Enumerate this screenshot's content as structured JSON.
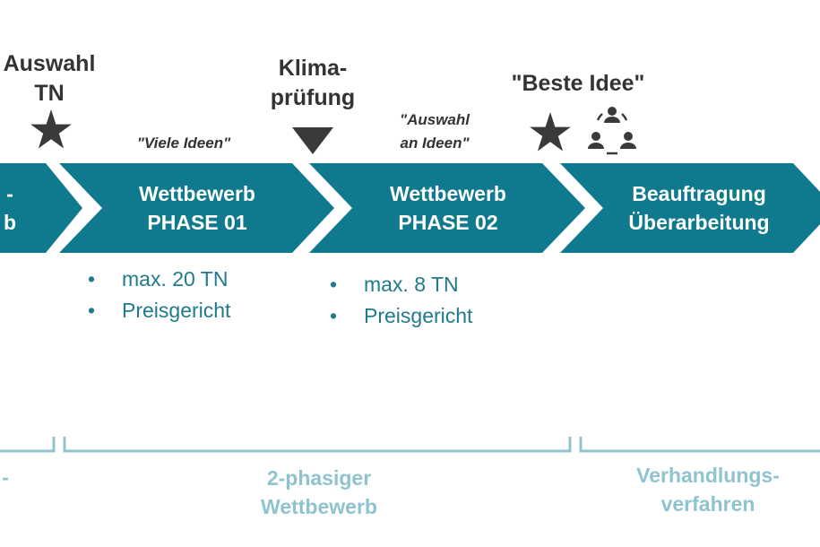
{
  "colors": {
    "chevron": "#0f7a8d",
    "milestone_text": "#333333",
    "bullet_text": "#1e7a8c",
    "bracket": "#8ec3cf",
    "icon": "#3a3a3a"
  },
  "milestones": {
    "auswahl_tn": "Auswahl\nTN",
    "klimapruefung": "Klima-\nprüfung",
    "beste_idee": "\"Beste Idee\""
  },
  "quotes": {
    "viele_ideen": "\"Viele Ideen\"",
    "auswahl_ideen": "\"Auswahl\nan Ideen\""
  },
  "chevrons": {
    "partial_label": "-\nb",
    "phase1": "Wettbewerb\nPHASE 01",
    "phase2": "Wettbewerb\nPHASE 02",
    "beauftragung": "Beauftragung\nÜberarbeitung"
  },
  "bullets": {
    "phase1": [
      "max. 20 TN",
      "Preisgericht"
    ],
    "phase2": [
      "max. 8 TN",
      "Preisgericht"
    ],
    "bullet_char": "•"
  },
  "brackets": {
    "left_partial": "-",
    "zweiphasig": "2-phasiger\nWettbewerb",
    "verhandlung": "Verhandlungs-\nverfahren"
  },
  "icons": {
    "star1": "star-icon",
    "triangle": "triangle-down-icon",
    "star2": "star-icon",
    "group": "group-icon"
  }
}
